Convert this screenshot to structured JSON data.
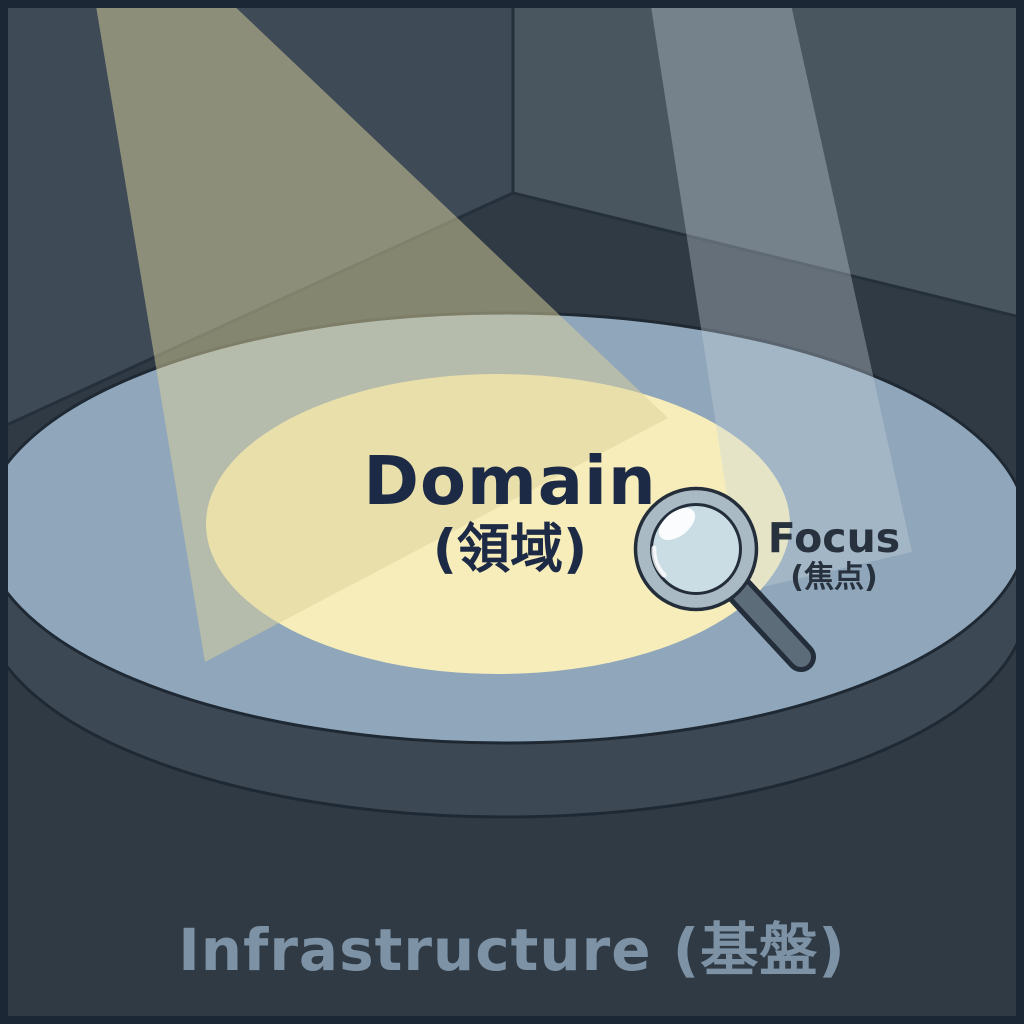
{
  "labels": {
    "domain": "Domain",
    "domain_reading": "(領域)",
    "focus": "Focus",
    "focus_reading": "(焦点)",
    "infrastructure": "Infrastructure (基盤)"
  },
  "icons": {
    "magnifier": "magnifier-icon"
  },
  "colors": {
    "frame": "#1C2735",
    "wall_left": "#3E4A56",
    "wall_right": "#495660",
    "floor": "#2F3A45",
    "edge_line": "#25303C",
    "platform_top": "#90A6BA",
    "platform_side": "#3C4854",
    "spotlight_pool": "#F6EDBA",
    "beam_yellow": "#DCD29B",
    "beam_white": "#C8D4DC",
    "lens": "#CBDDE4",
    "ring": "#A9BAC4",
    "handle": "#5C6C78",
    "outline": "#232E3A",
    "text_primary": "#1D2A45",
    "text_secondary": "#28323E",
    "text_muted": "#7D92A5"
  }
}
